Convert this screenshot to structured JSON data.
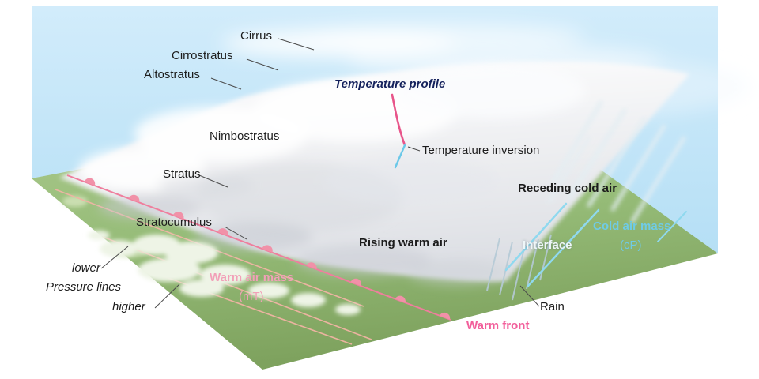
{
  "figure": {
    "kind": "warm-front-weather-block-diagram"
  },
  "labels": {
    "cirrus": "Cirrus",
    "cirrostratus": "Cirrostratus",
    "altostratus": "Altostratus",
    "temperature_profile": "Temperature profile",
    "nimbostratus": "Nimbostratus",
    "temperature_inversion": "Temperature inversion",
    "receding_cold_air": "Receding cold air",
    "stratus": "Stratus",
    "stratocumulus": "Stratocumulus",
    "rising_warm_air": "Rising warm air",
    "interface": "Interface",
    "cold_air_mass": "Cold air mass",
    "cold_air_mass_code": "(cP)",
    "warm_air_mass": "Warm air mass",
    "warm_air_mass_code": "(mT)",
    "pressure_lower": "lower",
    "pressure_lines": "Pressure lines",
    "pressure_higher": "higher",
    "rain": "Rain",
    "warm_front": "Warm front"
  },
  "colors": {
    "sky": "#c5e6f8",
    "ground_light": "#a5c587",
    "ground_dark": "#7ea25e",
    "cloud_white": "#ffffff",
    "cloud_shade": "#c9ccd4",
    "warm_front_line": "#ef7e9d",
    "pressure_line": "#f2b4a4",
    "warm_air_text": "#f2a0b8",
    "warm_front_text": "#f25f9b",
    "cold_air_text": "#6fcbe6",
    "interface_text": "#eef6f8",
    "profile_title": "#14215c",
    "profile_warm_line": "#e8558a",
    "profile_cold_line": "#6bc8e8",
    "rain_streak": "#b5cad6"
  }
}
